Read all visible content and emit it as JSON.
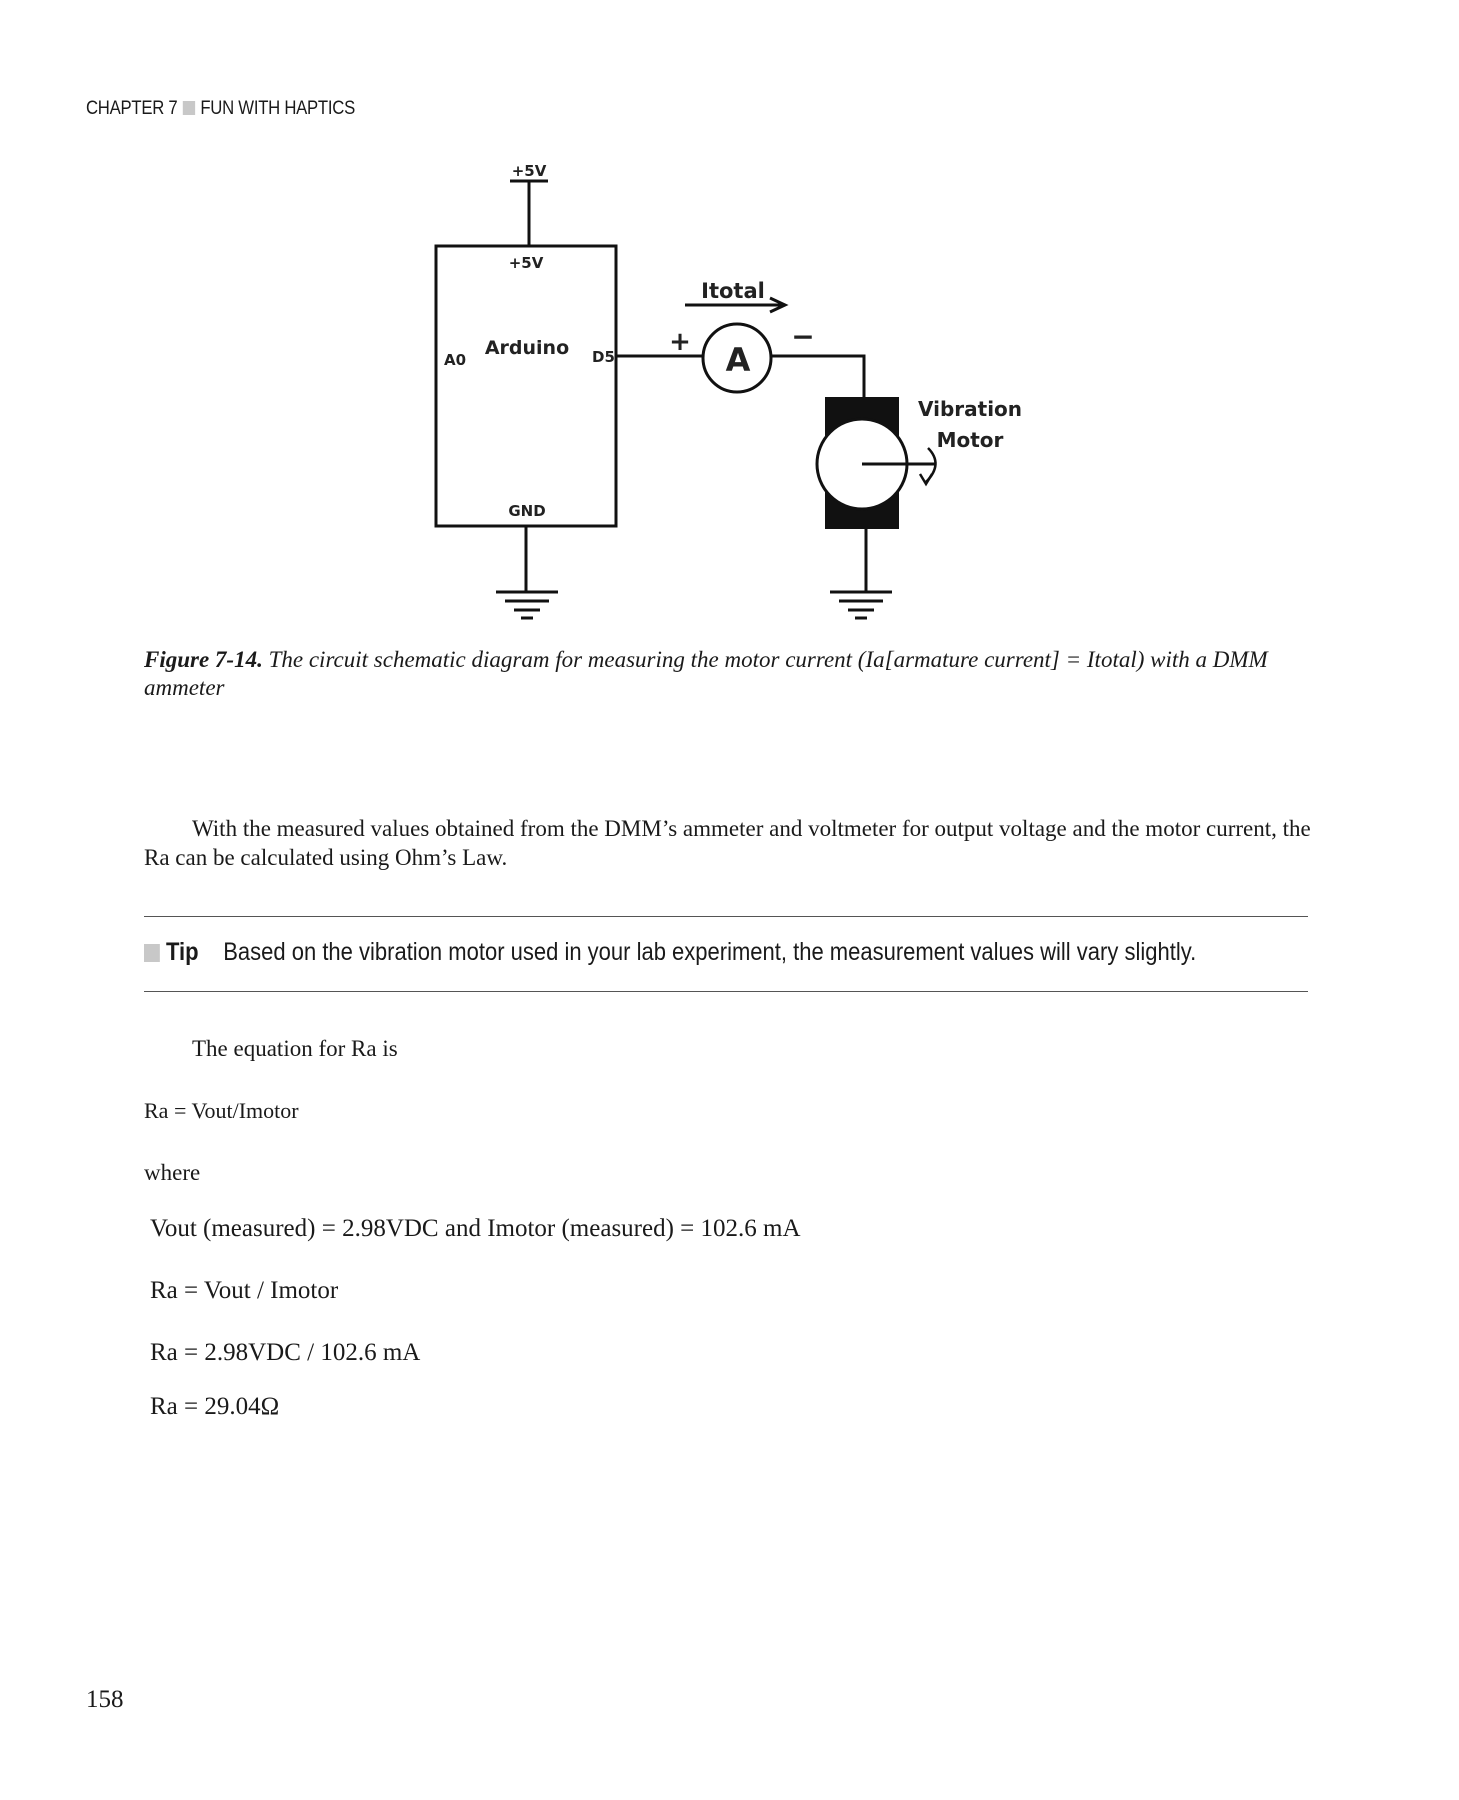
{
  "header": {
    "chapter": "CHAPTER 7",
    "title": "FUN WITH HAPTICS"
  },
  "figure": {
    "labels": {
      "top_supply": "+5V",
      "board_supply": "+5V",
      "board_name": "Arduino",
      "pin_a0": "A0",
      "pin_d5": "D5",
      "pin_gnd": "GND",
      "current": "Itotal",
      "plus": "+",
      "minus": "−",
      "ammeter": "A",
      "motor_line1": "Vibration",
      "motor_line2": "Motor"
    },
    "caption_label": "Figure 7-14.",
    "caption_text": " The circuit schematic diagram for measuring the motor current (Ia[armature current] = Itotal) with a DMM ammeter"
  },
  "body": {
    "paragraph1": "With the measured values obtained from the DMM’s ammeter and voltmeter for output voltage and the motor current, the Ra can be calculated using Ohm’s Law.",
    "tip_label": "Tip",
    "tip_text": "Based on the vibration motor used in your lab experiment, the measurement values will vary slightly.",
    "equation_intro": "The equation for Ra is",
    "equation": "Ra = Vout/Imotor",
    "where": "where",
    "calc_line1": "Vout (measured) = 2.98VDC and Imotor (measured) = 102.6 mA",
    "calc_line2": "Ra = Vout / Imotor",
    "calc_line3": "Ra = 2.98VDC / 102.6 mA",
    "calc_line4": "Ra = 29.04Ω"
  },
  "footer": {
    "page_number": "158"
  }
}
